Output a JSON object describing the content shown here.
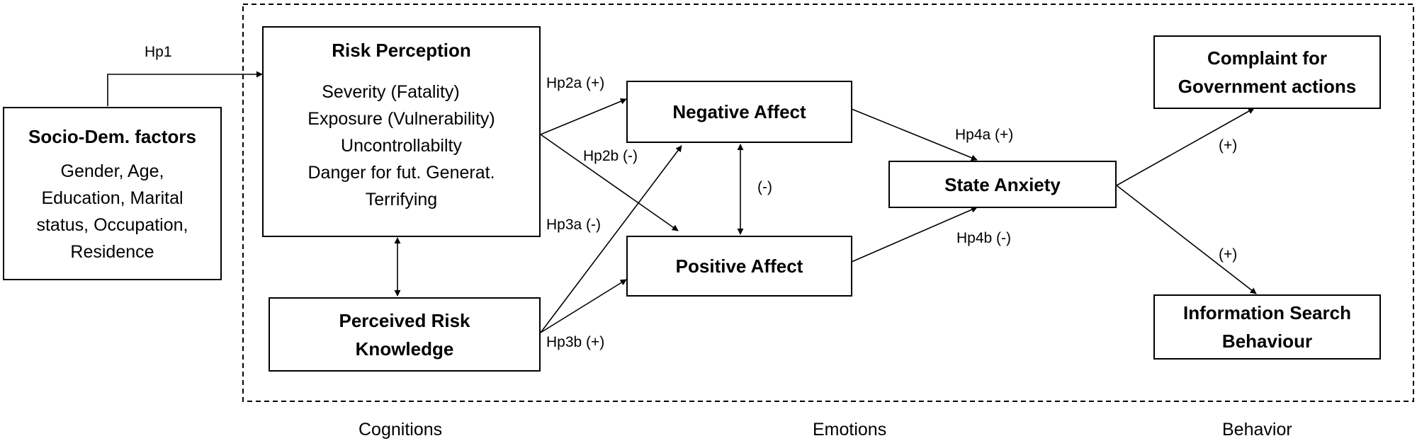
{
  "boxes": {
    "socio": {
      "title": "Socio-Dem. factors",
      "lines": [
        "Gender, Age,",
        "Education, Marital",
        "status, Occupation,",
        "Residence"
      ]
    },
    "risk_perception": {
      "title": "Risk Perception",
      "lines": [
        "Severity (Fatality)",
        "Exposure (Vulnerability)",
        "Uncontrollabilty",
        "Danger for fut. Generat.",
        "Terrifying"
      ]
    },
    "perceived_knowledge": {
      "title_lines": [
        "Perceived Risk",
        "Knowledge"
      ]
    },
    "negative_affect": {
      "title": "Negative Affect"
    },
    "positive_affect": {
      "title": "Positive Affect"
    },
    "state_anxiety": {
      "title": "State Anxiety"
    },
    "complaint": {
      "title_lines": [
        "Complaint for",
        "Government actions"
      ]
    },
    "info_search": {
      "title_lines": [
        "Information Search",
        "Behaviour"
      ]
    }
  },
  "edge_labels": {
    "hp1": "Hp1",
    "hp2a": "Hp2a (+)",
    "hp2b": "Hp2b (-)",
    "hp3a": "Hp3a (-)",
    "hp3b": "Hp3b (+)",
    "affect_corr": "(-)",
    "hp4a": "Hp4a (+)",
    "hp4b": "Hp4b (-)",
    "to_complaint": "(+)",
    "to_info": "(+)"
  },
  "sections": [
    "Cognitions",
    "Emotions",
    "Behavior"
  ]
}
